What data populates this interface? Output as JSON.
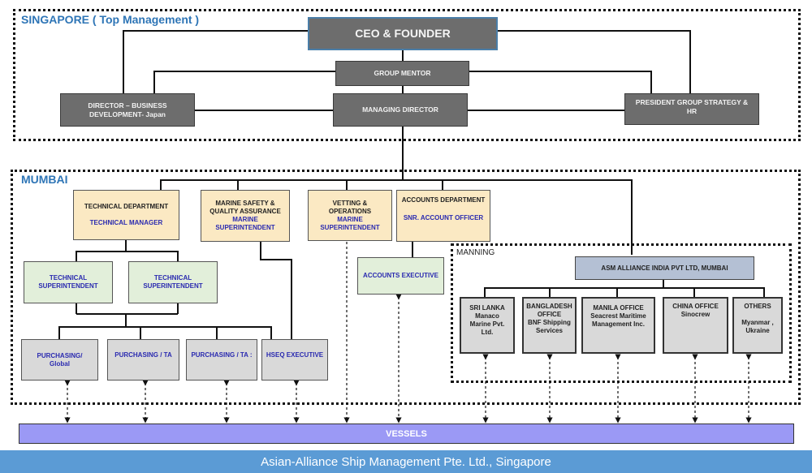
{
  "zones": {
    "singapore": "SINGAPORE ( Top Management )",
    "mumbai": "MUMBAI",
    "manning": "MANNING"
  },
  "singapore": {
    "ceo": "CEO & FOUNDER",
    "group_mentor": "GROUP MENTOR",
    "managing_director": "MANAGING DIRECTOR",
    "director_bd": [
      "DIRECTOR – BUSINESS",
      "DEVELOPMENT- Japan"
    ],
    "president": [
      "PRESIDENT  GROUP STRATEGY &",
      "HR"
    ]
  },
  "mumbai": {
    "technical_department": {
      "title": "TECHNICAL DEPARTMENT",
      "role": "TECHNICAL MANAGER"
    },
    "marine_safety": {
      "title": [
        "MARINE SAFETY &",
        "QUALITY ASSURANCE"
      ],
      "role": [
        "MARINE",
        "SUPERINTENDENT"
      ]
    },
    "vetting": {
      "title": [
        "VETTING &",
        "OPERATIONS"
      ],
      "role": [
        "MARINE",
        "SUPERINTENDENT"
      ]
    },
    "accounts_department": {
      "title": "ACCOUNTS DEPARTMENT",
      "role": "SNR. ACCOUNT OFFICER"
    },
    "technical_superintendent_1": [
      "TECHNICAL",
      "SUPERINTENDENT"
    ],
    "technical_superintendent_2": [
      "TECHNICAL",
      "SUPERINTENDENT"
    ],
    "accounts_executive": "ACCOUNTS EXECUTIVE",
    "purchasing_global": [
      "PURCHASING/",
      "Global"
    ],
    "purchasing_ta_1": "PURCHASING / TA",
    "purchasing_ta_2": "PURCHASING / TA :",
    "hseq_executive": "HSEQ EXECUTIVE"
  },
  "manning": {
    "asm": "ASM ALLIANCE INDIA PVT LTD, MUMBAI",
    "offices": [
      {
        "lines": [
          "SRI LANKA",
          "Manaco",
          "Marine Pvt.",
          "Ltd."
        ]
      },
      {
        "lines": [
          "BANGLADESH",
          "OFFICE",
          "BNF Shipping",
          "Services"
        ]
      },
      {
        "lines": [
          "MANILA OFFICE",
          "Seacrest Maritime",
          "Management Inc."
        ]
      },
      {
        "lines": [
          "CHINA OFFICE",
          "Sinocrew"
        ]
      },
      {
        "lines": [
          "OTHERS",
          "",
          "Myanmar ,",
          "Ukraine"
        ]
      }
    ]
  },
  "vessels": "VESSELS",
  "footer": "Asian-Alliance Ship Management Pte. Ltd., Singapore"
}
